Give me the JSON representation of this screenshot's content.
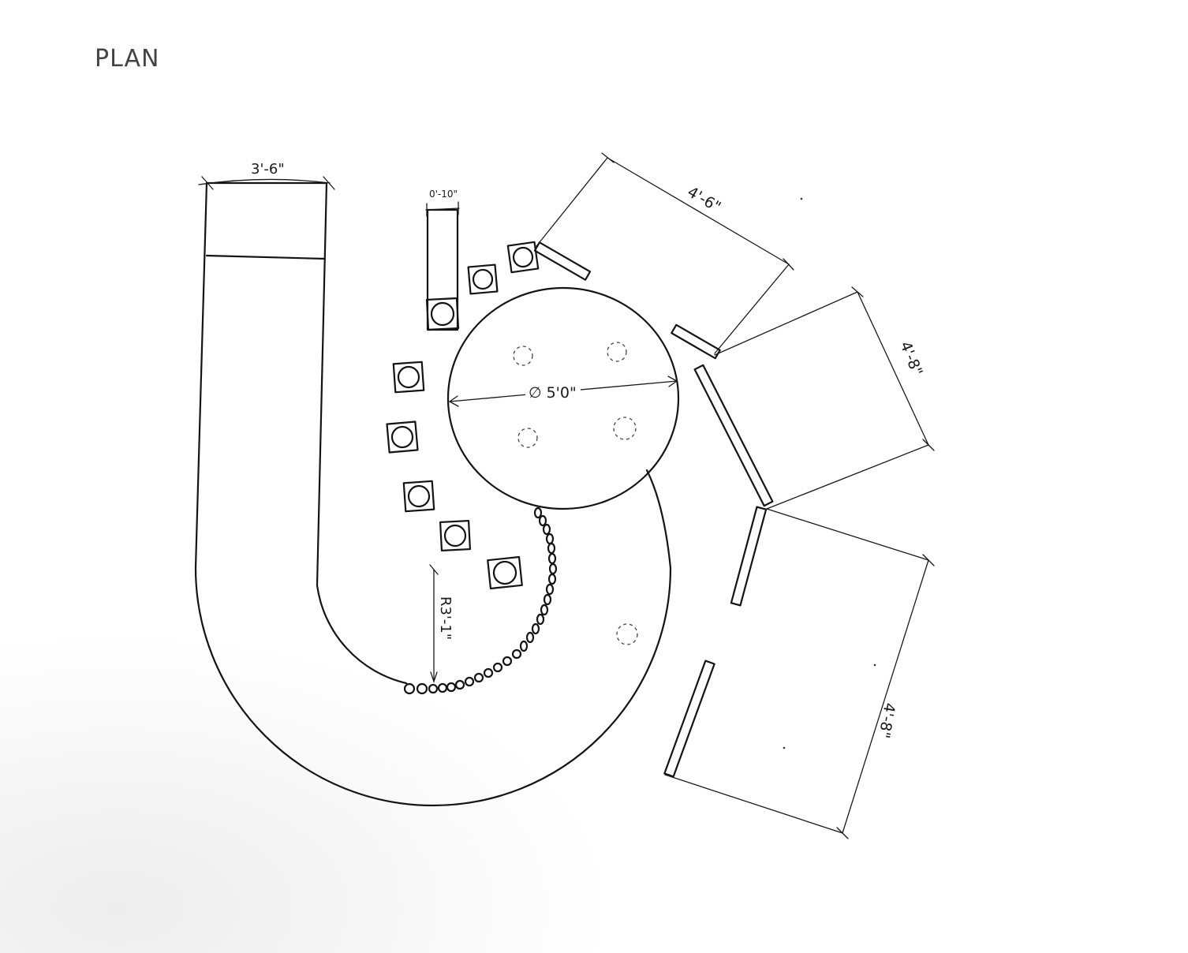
{
  "title": "PLAN",
  "dimensions": {
    "bar_width": "3'-6\"",
    "back_bar_depth": "0'-10\"",
    "table_diameter": "∅ 5'0\"",
    "radius": "R3'-1\"",
    "booth_top": "4'-6\"",
    "booth_middle": "4'-8\"",
    "booth_bottom": "4'-8\""
  },
  "colors": {
    "ink": "#141414",
    "paper": "#ffffff"
  }
}
